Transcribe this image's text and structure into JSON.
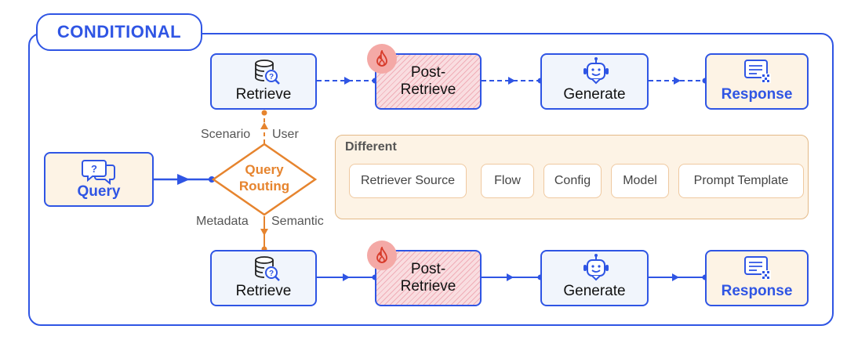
{
  "title": "CONDITIONAL",
  "colors": {
    "accent": "#2f55e4",
    "routing": "#e6842e",
    "post_fill": "#f9dde0",
    "fire_badge": "#f4a9a6",
    "panel": "#fdf3e5"
  },
  "query": {
    "label": "Query",
    "icon": "chat-question-icon"
  },
  "routing": {
    "label_line1": "Query",
    "label_line2": "Routing"
  },
  "edges": {
    "scenario": "Scenario",
    "user": "User",
    "metadata": "Metadata",
    "semantic": "Semantic"
  },
  "top_flow": {
    "retrieve": {
      "label": "Retrieve",
      "icon": "database-search-icon"
    },
    "post": {
      "label": "Post-\nRetrieve",
      "icon": "fire-icon"
    },
    "generate": {
      "label": "Generate",
      "icon": "robot-icon"
    },
    "response": {
      "label": "Response",
      "icon": "response-doc-icon"
    }
  },
  "bottom_flow": {
    "retrieve": {
      "label": "Retrieve",
      "icon": "database-search-icon"
    },
    "post": {
      "label": "Post-\nRetrieve",
      "icon": "fire-icon"
    },
    "generate": {
      "label": "Generate",
      "icon": "robot-icon"
    },
    "response": {
      "label": "Response",
      "icon": "response-doc-icon"
    }
  },
  "different": {
    "title": "Different",
    "items": [
      "Retriever Source",
      "Flow",
      "Config",
      "Model",
      "Prompt Template"
    ]
  }
}
